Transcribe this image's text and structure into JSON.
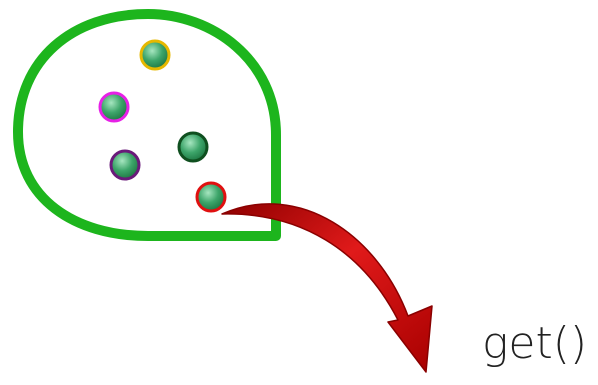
{
  "diagram": {
    "label": "get()",
    "container_color": "#1db51d",
    "arrow_color": "#c40000",
    "ball_fill": "#3da56a",
    "balls": [
      {
        "name": "yellow-ring-ball",
        "ring_color": "#e6b800"
      },
      {
        "name": "magenta-ring-ball",
        "ring_color": "#e620e6"
      },
      {
        "name": "dark-green-ring-ball",
        "ring_color": "#0f4f1f"
      },
      {
        "name": "purple-ring-ball",
        "ring_color": "#6a1a7a"
      },
      {
        "name": "red-ring-ball",
        "ring_color": "#e01010",
        "selected": true
      }
    ]
  }
}
